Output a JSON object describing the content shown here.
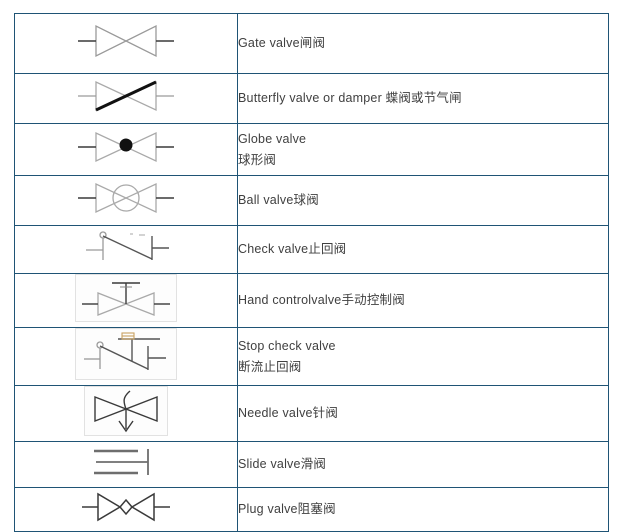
{
  "document": {
    "type": "valve-symbol-reference-table",
    "border_color": "#1f5475",
    "text_color": "#404040",
    "symbol_box_border_color": "#e2e2e2"
  },
  "table": {
    "rows": [
      {
        "symbol_name": "gate-valve-symbol",
        "boxed": false,
        "desc_en": "Gate valve闸阀",
        "desc_cn": ""
      },
      {
        "symbol_name": "butterfly-valve-symbol",
        "boxed": false,
        "desc_en": "Butterfly valve or damper 蝶阀或节气闸",
        "desc_cn": ""
      },
      {
        "symbol_name": "globe-valve-symbol",
        "boxed": false,
        "desc_en": "Globe valve",
        "desc_cn": "球形阀"
      },
      {
        "symbol_name": "ball-valve-symbol",
        "boxed": false,
        "desc_en": "Ball valve球阀",
        "desc_cn": ""
      },
      {
        "symbol_name": "check-valve-symbol",
        "boxed": false,
        "desc_en": "Check valve止回阀",
        "desc_cn": ""
      },
      {
        "symbol_name": "hand-control-valve-symbol",
        "boxed": true,
        "desc_en": "Hand controlvalve手动控制阀",
        "desc_cn": ""
      },
      {
        "symbol_name": "stop-check-valve-symbol",
        "boxed": true,
        "desc_en": "Stop check valve",
        "desc_cn": "断流止回阀"
      },
      {
        "symbol_name": "needle-valve-symbol",
        "boxed": true,
        "desc_en": "Needle valve针阀",
        "desc_cn": ""
      },
      {
        "symbol_name": "slide-valve-symbol",
        "boxed": false,
        "desc_en": "Slide valve滑阀",
        "desc_cn": ""
      },
      {
        "symbol_name": "plug-valve-symbol",
        "boxed": false,
        "desc_en": "Plug valve阻塞阀",
        "desc_cn": ""
      }
    ]
  }
}
